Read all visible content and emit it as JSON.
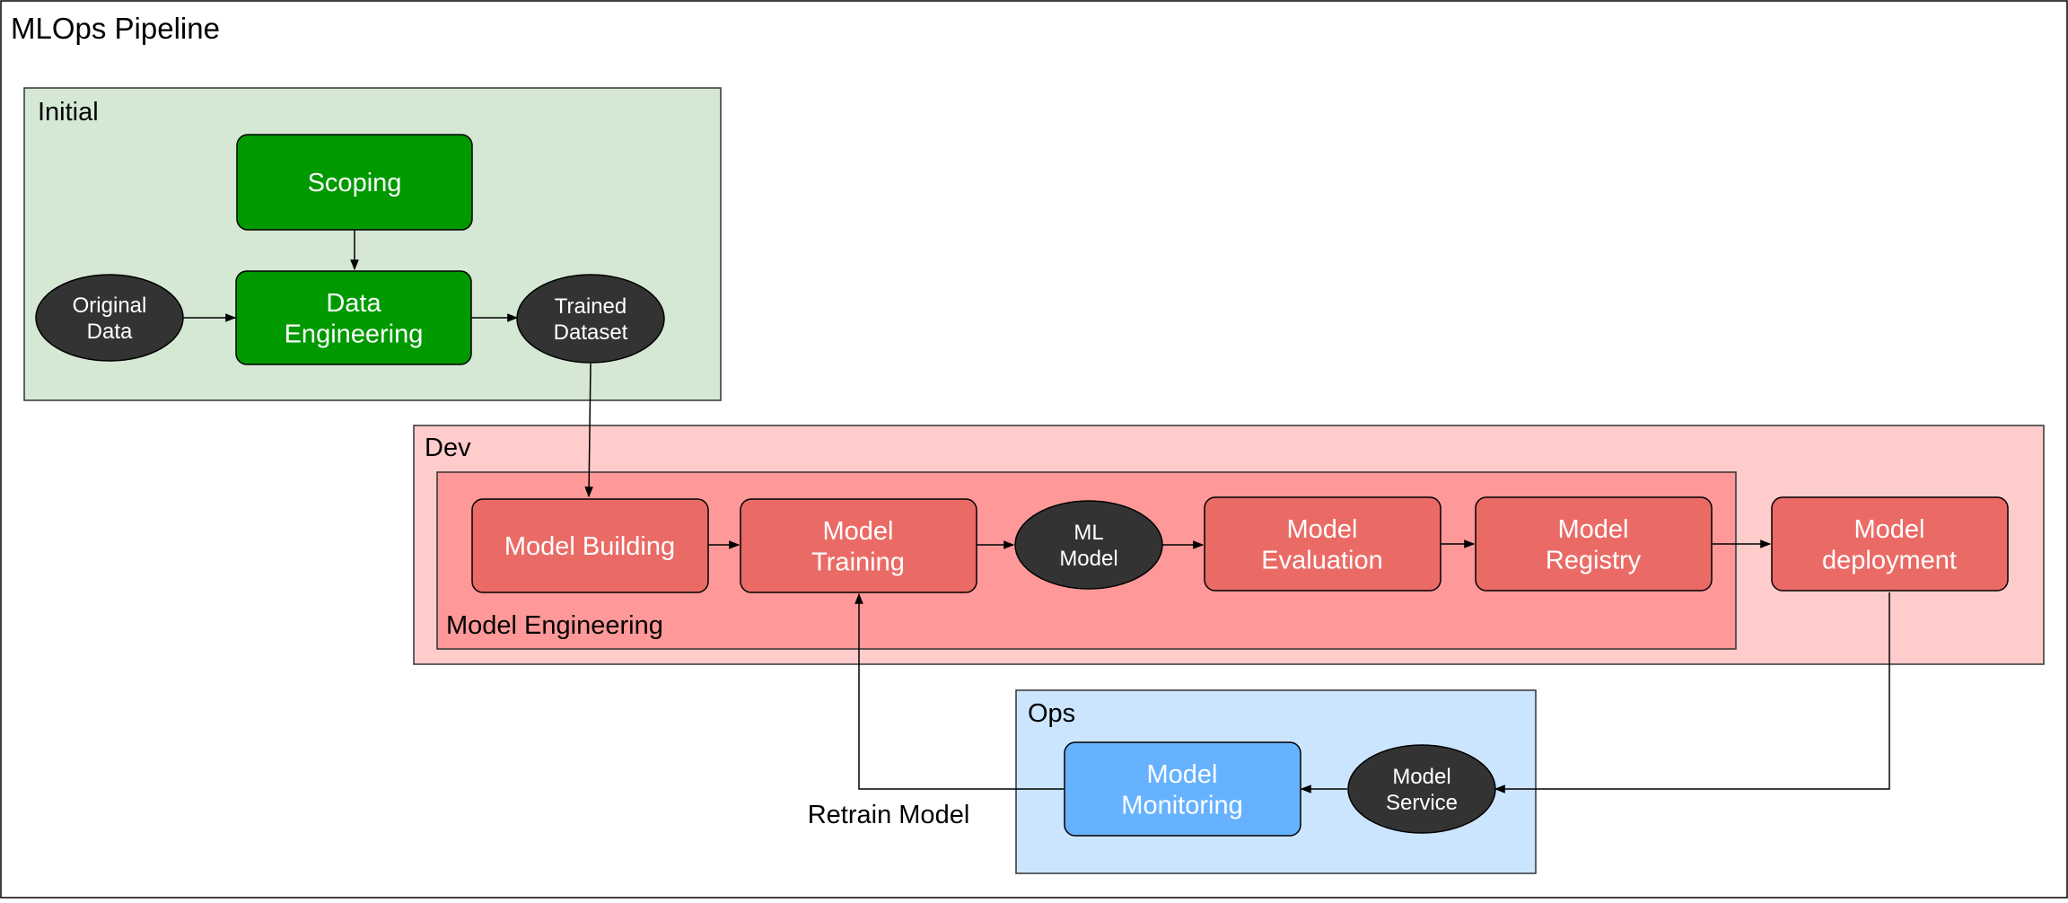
{
  "diagram": {
    "title": "MLOps Pipeline",
    "groups": {
      "initial": {
        "label": "Initial"
      },
      "dev": {
        "label": "Dev"
      },
      "model_engineering": {
        "label": "Model Engineering"
      },
      "ops": {
        "label": "Ops"
      }
    },
    "nodes": {
      "scoping": {
        "lines": [
          "Scoping"
        ]
      },
      "original_data": {
        "lines": [
          "Original",
          "Data"
        ]
      },
      "data_engineering": {
        "lines": [
          "Data",
          "Engineering"
        ]
      },
      "trained_dataset": {
        "lines": [
          "Trained",
          "Dataset"
        ]
      },
      "model_building": {
        "lines": [
          "Model Building"
        ]
      },
      "model_training": {
        "lines": [
          "Model",
          "Training"
        ]
      },
      "ml_model": {
        "lines": [
          "ML",
          "Model"
        ]
      },
      "model_evaluation": {
        "lines": [
          "Model",
          "Evaluation"
        ]
      },
      "model_registry": {
        "lines": [
          "Model",
          "Registry"
        ]
      },
      "model_deployment": {
        "lines": [
          "Model",
          "deployment"
        ]
      },
      "model_service": {
        "lines": [
          "Model",
          "Service"
        ]
      },
      "model_monitoring": {
        "lines": [
          "Model",
          "Monitoring"
        ]
      }
    },
    "edge_labels": {
      "retrain": "Retrain Model"
    },
    "colors": {
      "initial_bg": "#d5e8d4",
      "green_node": "#009900",
      "dev_bg": "#ffcccc",
      "model_eng_bg": "#ff9999",
      "red_node": "#ea6b66",
      "ops_bg": "#cce5ff",
      "blue_node": "#66b2ff",
      "data_ellipse": "#333333"
    }
  }
}
